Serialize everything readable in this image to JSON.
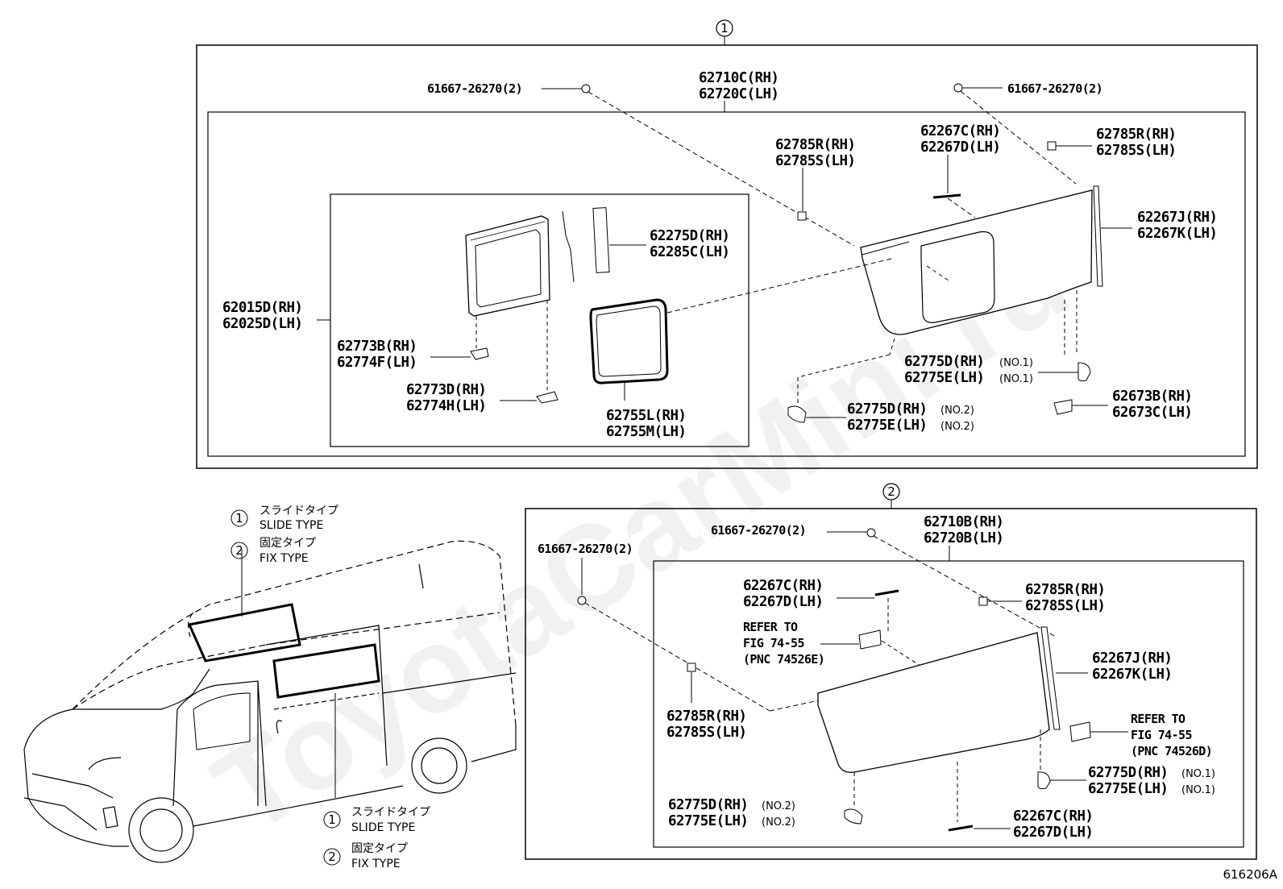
{
  "watermark": "ToyotaCarMini.ru",
  "figure_code": "616206A",
  "box1": {
    "marker": "1",
    "labels": {
      "clip_left": "61667-26270(2)",
      "clip_right": "61667-26270(2)",
      "glass_rh": "62710C(RH)",
      "glass_lh": "62720C(LH)",
      "spacer_a_rh": "62785R(RH)",
      "spacer_a_lh": "62785S(LH)",
      "mold_top_rh": "62267C(RH)",
      "mold_top_lh": "62267D(LH)",
      "spacer_b_rh": "62785R(RH)",
      "spacer_b_lh": "62785S(LH)",
      "mold_side_rh": "62267J(RH)",
      "mold_side_lh": "62267K(LH)",
      "slide_rh": "62015D(RH)",
      "slide_lh": "62025D(LH)",
      "latch_rh": "62275D(RH)",
      "latch_lh": "62285C(LH)",
      "stop_a_rh": "62773B(RH)",
      "stop_a_lh": "62774F(LH)",
      "stop_b_rh": "62773D(RH)",
      "stop_b_lh": "62774H(LH)",
      "seal_rh": "62755L(RH)",
      "seal_lh": "62755M(LH)",
      "pad1_rh": "62775D(RH)",
      "pad1_lh": "62775E(LH)",
      "pad1_note": "(NO.1)",
      "pad2_rh": "62775D(RH)",
      "pad2_lh": "62775E(LH)",
      "pad2_note": "(NO.2)",
      "bracket_rh": "62673B(RH)",
      "bracket_lh": "62673C(LH)"
    }
  },
  "box2": {
    "marker": "2",
    "labels": {
      "clip_top": "61667-26270(2)",
      "clip_left": "61667-26270(2)",
      "glass_rh": "62710B(RH)",
      "glass_lh": "62720B(LH)",
      "mold_top_rh": "62267C(RH)",
      "mold_top_lh": "62267D(LH)",
      "spacer_a_rh": "62785R(RH)",
      "spacer_a_lh": "62785S(LH)",
      "refer_a_1": "REFER TO",
      "refer_a_2": "FIG 74-55",
      "refer_a_3": "(PNC 74526E)",
      "mold_side_rh": "62267J(RH)",
      "mold_side_lh": "62267K(LH)",
      "spacer_b_rh": "62785R(RH)",
      "spacer_b_lh": "62785S(LH)",
      "refer_b_1": "REFER TO",
      "refer_b_2": "FIG 74-55",
      "refer_b_3": "(PNC 74526D)",
      "pad1_rh": "62775D(RH)",
      "pad1_lh": "62775E(LH)",
      "pad1_note": "(NO.1)",
      "pad2_rh": "62775D(RH)",
      "pad2_lh": "62775E(LH)",
      "pad2_note": "(NO.2)",
      "mold_bot_rh": "62267C(RH)",
      "mold_bot_lh": "62267D(LH)"
    }
  },
  "legend_top": {
    "m1": "1",
    "jp1": "スライドタイプ",
    "en1": "SLIDE TYPE",
    "m2": "2",
    "jp2": "固定タイプ",
    "en2": "FIX TYPE"
  },
  "legend_bottom": {
    "m1": "1",
    "jp1": "スライドタイプ",
    "en1": "SLIDE TYPE",
    "m2": "2",
    "jp2": "固定タイプ",
    "en2": "FIX TYPE"
  }
}
